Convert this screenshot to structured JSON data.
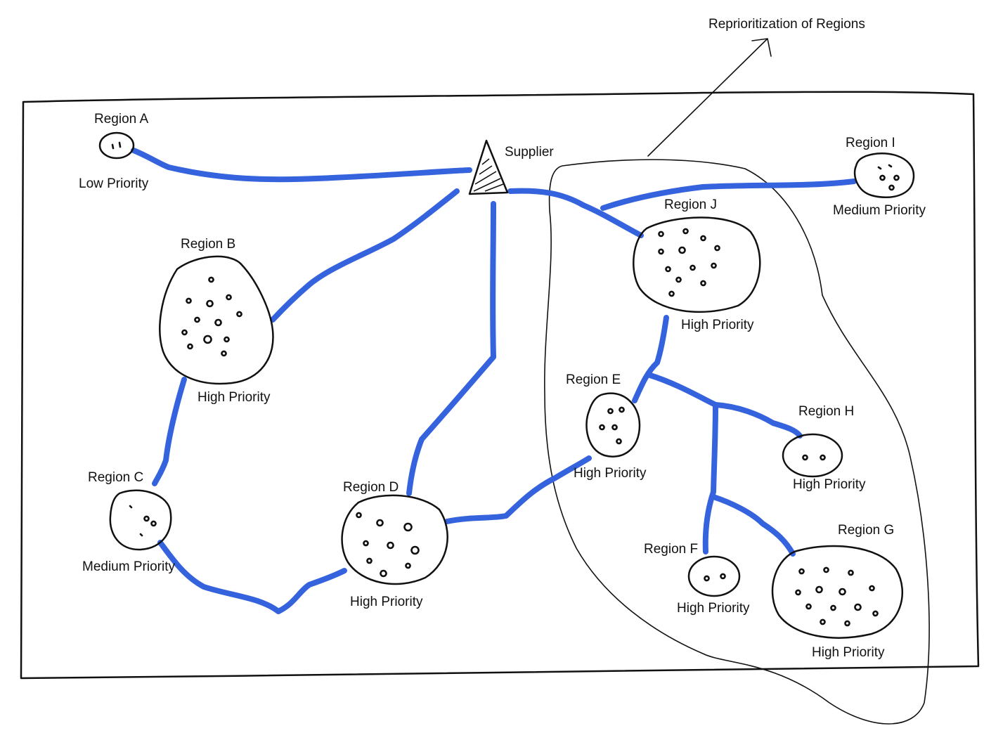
{
  "annotation": {
    "text": "Reprioritization of Regions"
  },
  "supplier": {
    "label": "Supplier"
  },
  "regions": [
    {
      "id": "a",
      "name": "Region A",
      "priority": "Low Priority"
    },
    {
      "id": "b",
      "name": "Region B",
      "priority": "High Priority"
    },
    {
      "id": "c",
      "name": "Region C",
      "priority": "Medium Priority"
    },
    {
      "id": "d",
      "name": "Region D",
      "priority": "High Priority"
    },
    {
      "id": "e",
      "name": "Region E",
      "priority": "High Priority"
    },
    {
      "id": "f",
      "name": "Region F",
      "priority": "High Priority"
    },
    {
      "id": "g",
      "name": "Region G",
      "priority": "High Priority"
    },
    {
      "id": "h",
      "name": "Region H",
      "priority": "High Priority"
    },
    {
      "id": "i",
      "name": "Region I",
      "priority": "Medium Priority"
    },
    {
      "id": "j",
      "name": "Region J",
      "priority": "High Priority"
    }
  ],
  "colors": {
    "route": "#3563dd",
    "ink": "#111111",
    "high_fill": "#f1e4dc",
    "high_hatch": "#7a4e3e",
    "medium_fill": "#d9b8a6",
    "low_fill": "#e4cfc4"
  }
}
